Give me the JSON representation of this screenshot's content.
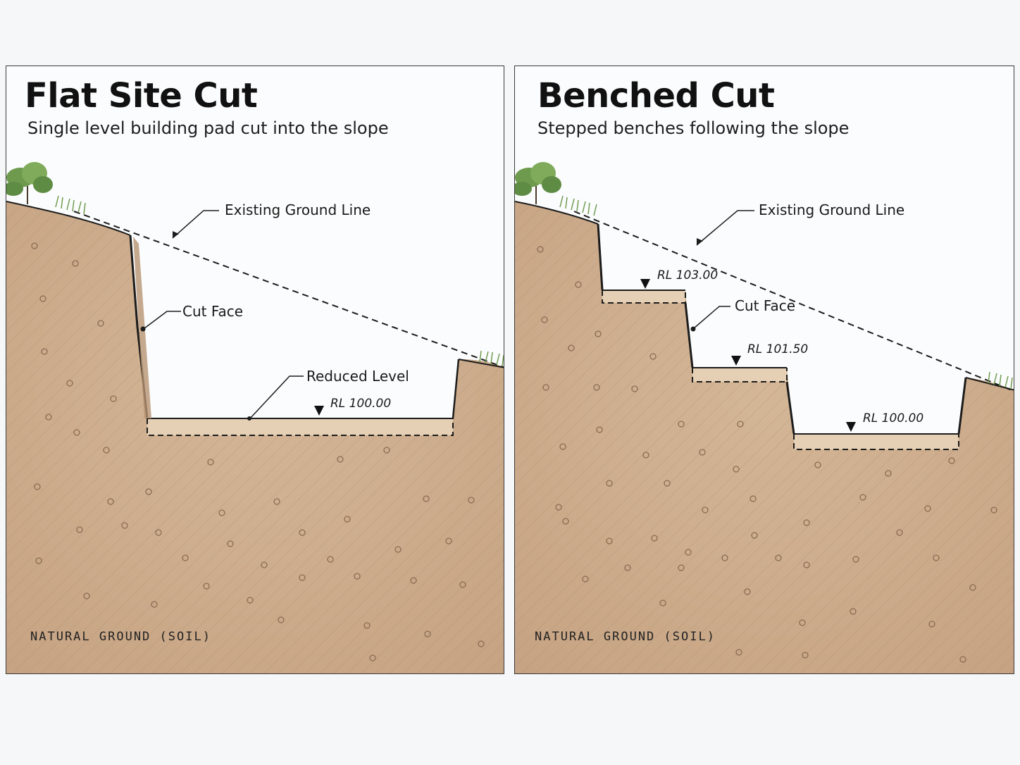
{
  "panels": [
    {
      "title": "Flat Site Cut",
      "subtitle": "Single level building pad cut into the slope",
      "labels": {
        "existing_ground": "Existing Ground Line",
        "cut_face": "Cut Face",
        "reduced_level": "Reduced Level",
        "rl_main": "RL 100.00",
        "soil": "NATURAL GROUND (SOIL)"
      }
    },
    {
      "title": "Benched Cut",
      "subtitle": "Stepped benches following the slope",
      "labels": {
        "existing_ground": "Existing Ground Line",
        "cut_face": "Cut Face",
        "rl_upper": "RL 103.00",
        "rl_middle": "RL 101.50",
        "rl_lower": "RL 100.00",
        "soil": "NATURAL GROUND (SOIL)"
      }
    }
  ],
  "colors": {
    "soil": "#c9a987",
    "pad": "#e8d4bb",
    "outline": "#1c1c1c",
    "vegetation": "#6e9a4e"
  }
}
